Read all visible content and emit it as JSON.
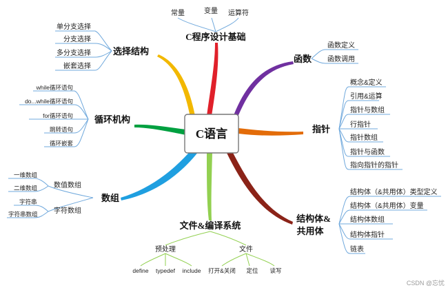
{
  "center": "C语言",
  "branches": {
    "basics": {
      "title": "C程序设计基础",
      "items": [
        "常量",
        "变量",
        "运算符"
      ]
    },
    "selection": {
      "title": "选择结构",
      "items": [
        "单分支选择",
        "分支选择",
        "多分支选择",
        "嵌套选择"
      ]
    },
    "functions": {
      "title": "函数",
      "items": [
        "函数定义",
        "函数调用"
      ]
    },
    "loops": {
      "title": "循环机构",
      "items": [
        "while循环语句",
        "do...while循环语句",
        "for循环语句",
        "跳转语句",
        "循环嵌套"
      ]
    },
    "pointers": {
      "title": "指针",
      "items": [
        "概念&定义",
        "引用&运算",
        "指针与数组",
        "行指针",
        "指针数组",
        "指针与函数",
        "指向指针的指针"
      ]
    },
    "arrays": {
      "title": "数组",
      "numeric": {
        "label": "数值数组",
        "items": [
          "一维数组",
          "二维数组"
        ]
      },
      "chars": {
        "label": "字符数组",
        "items": [
          "字符串",
          "字符串数组"
        ]
      }
    },
    "structs": {
      "title_line1": "结构体&",
      "title_line2": "共用体",
      "items": [
        "结构体（&共用体）类型定义",
        "结构体（&共用体）变量",
        "结构体数组",
        "结构体指针",
        "链表"
      ]
    },
    "files": {
      "title": "文件&编译系统",
      "preprocess": {
        "label": "预处理",
        "items": [
          "define",
          "typedef",
          "include"
        ]
      },
      "file": {
        "label": "文件",
        "items": [
          "打开&关闭",
          "定位",
          "读写"
        ]
      }
    }
  },
  "watermark": "CSDN @忘忧",
  "colors": {
    "basics": "#e0202a",
    "selection": "#f2b800",
    "functions": "#7030a0",
    "loops": "#00a040",
    "pointers": "#e36c09",
    "arrays": "#1f9fe0",
    "structs": "#8b2318",
    "files": "#92d050",
    "leaf_line": "#6fa8dc"
  }
}
